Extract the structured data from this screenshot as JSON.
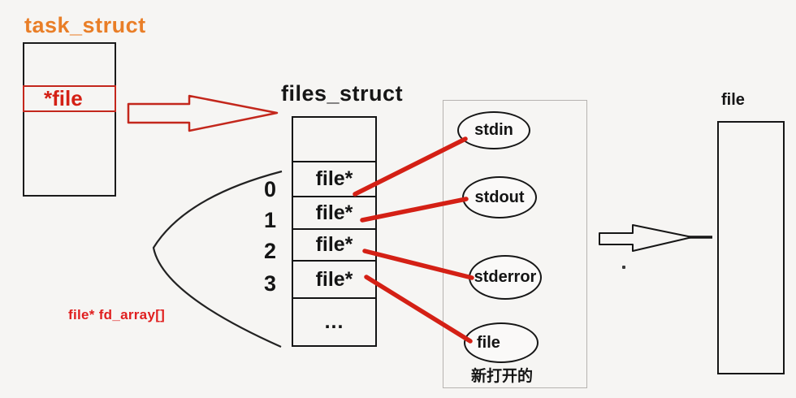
{
  "colors": {
    "background": "#f6f5f3",
    "accent_red": "#d42015",
    "title_orange": "#e97e27",
    "ink_black": "#1b1b1b",
    "frame_gray": "#b6b3b0"
  },
  "task_struct": {
    "title": "task_struct",
    "pointer_field": "*file"
  },
  "files_struct": {
    "title": "files_struct",
    "fd_rows": [
      {
        "index": "0",
        "label": "file*"
      },
      {
        "index": "1",
        "label": "file*"
      },
      {
        "index": "2",
        "label": "file*"
      },
      {
        "index": "3",
        "label": "file*"
      }
    ],
    "ellipsis_row": "...",
    "fd_array_caption": "file* fd_array[]"
  },
  "open_files": {
    "nodes": [
      "stdin",
      "stdout",
      "stderror",
      "file"
    ],
    "note": "新打开的"
  },
  "file_struct": {
    "title": "file"
  }
}
